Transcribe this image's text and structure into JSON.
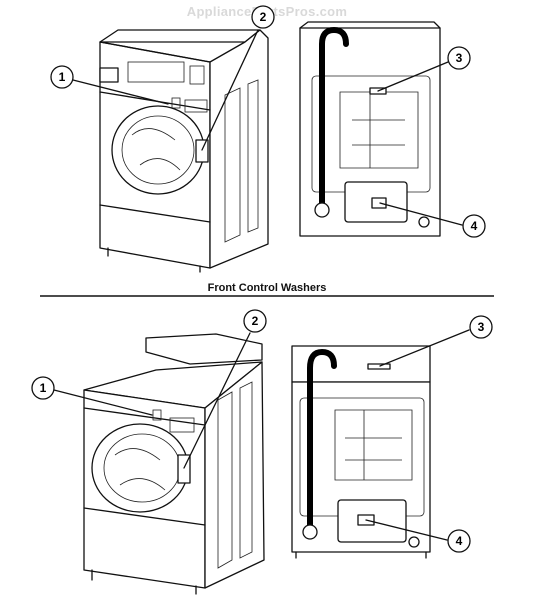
{
  "watermark": "AppliancePartsPros.com",
  "section_title": "Front Control Washers",
  "callouts": {
    "top_front_1": "1",
    "top_front_2": "2",
    "top_rear_3": "3",
    "top_rear_4": "4",
    "bottom_front_1": "1",
    "bottom_front_2": "2",
    "bottom_rear_3": "3",
    "bottom_rear_4": "4"
  }
}
